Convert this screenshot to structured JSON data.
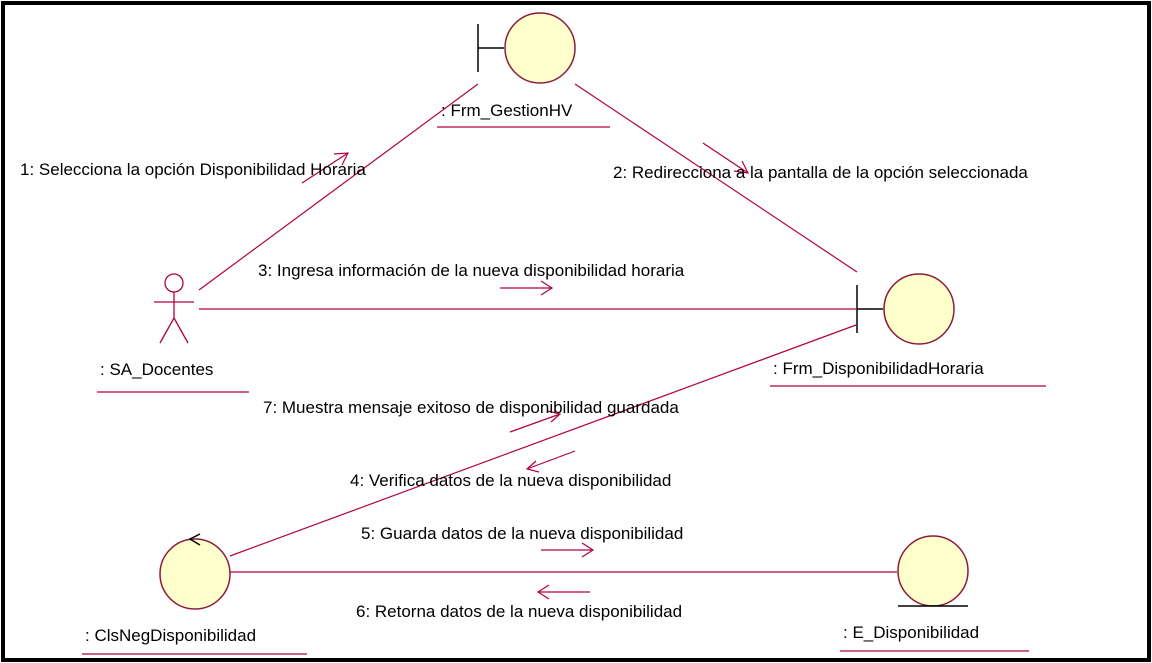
{
  "colors": {
    "frame": "#000000",
    "link": "#b30043",
    "object_fill": "#ffffcc",
    "object_stroke": "#8b1a3c"
  },
  "objects": {
    "frm_gestion": {
      "label": ": Frm_GestionHV",
      "kind": "boundary"
    },
    "frm_disponibilidad": {
      "label": ": Frm_DisponibilidadHoraria",
      "kind": "boundary"
    },
    "actor": {
      "label": ": SA_Docentes",
      "kind": "actor"
    },
    "cls_neg": {
      "label": ": ClsNegDisponibilidad",
      "kind": "control"
    },
    "entity": {
      "label": ": E_Disponibilidad",
      "kind": "entity"
    }
  },
  "messages": {
    "m1": "1: Selecciona la opción Disponibilidad Horaria",
    "m2": "2: Redirecciona a la pantalla de la opción seleccionada",
    "m3": "3: Ingresa información de la nueva disponibilidad horaria",
    "m4": "4: Verifica datos de la nueva disponibilidad",
    "m5": "5: Guarda datos de la nueva disponibilidad",
    "m6": "6: Retorna datos de la nueva disponibilidad",
    "m7": "7: Muestra mensaje exitoso de disponibilidad guardada"
  }
}
